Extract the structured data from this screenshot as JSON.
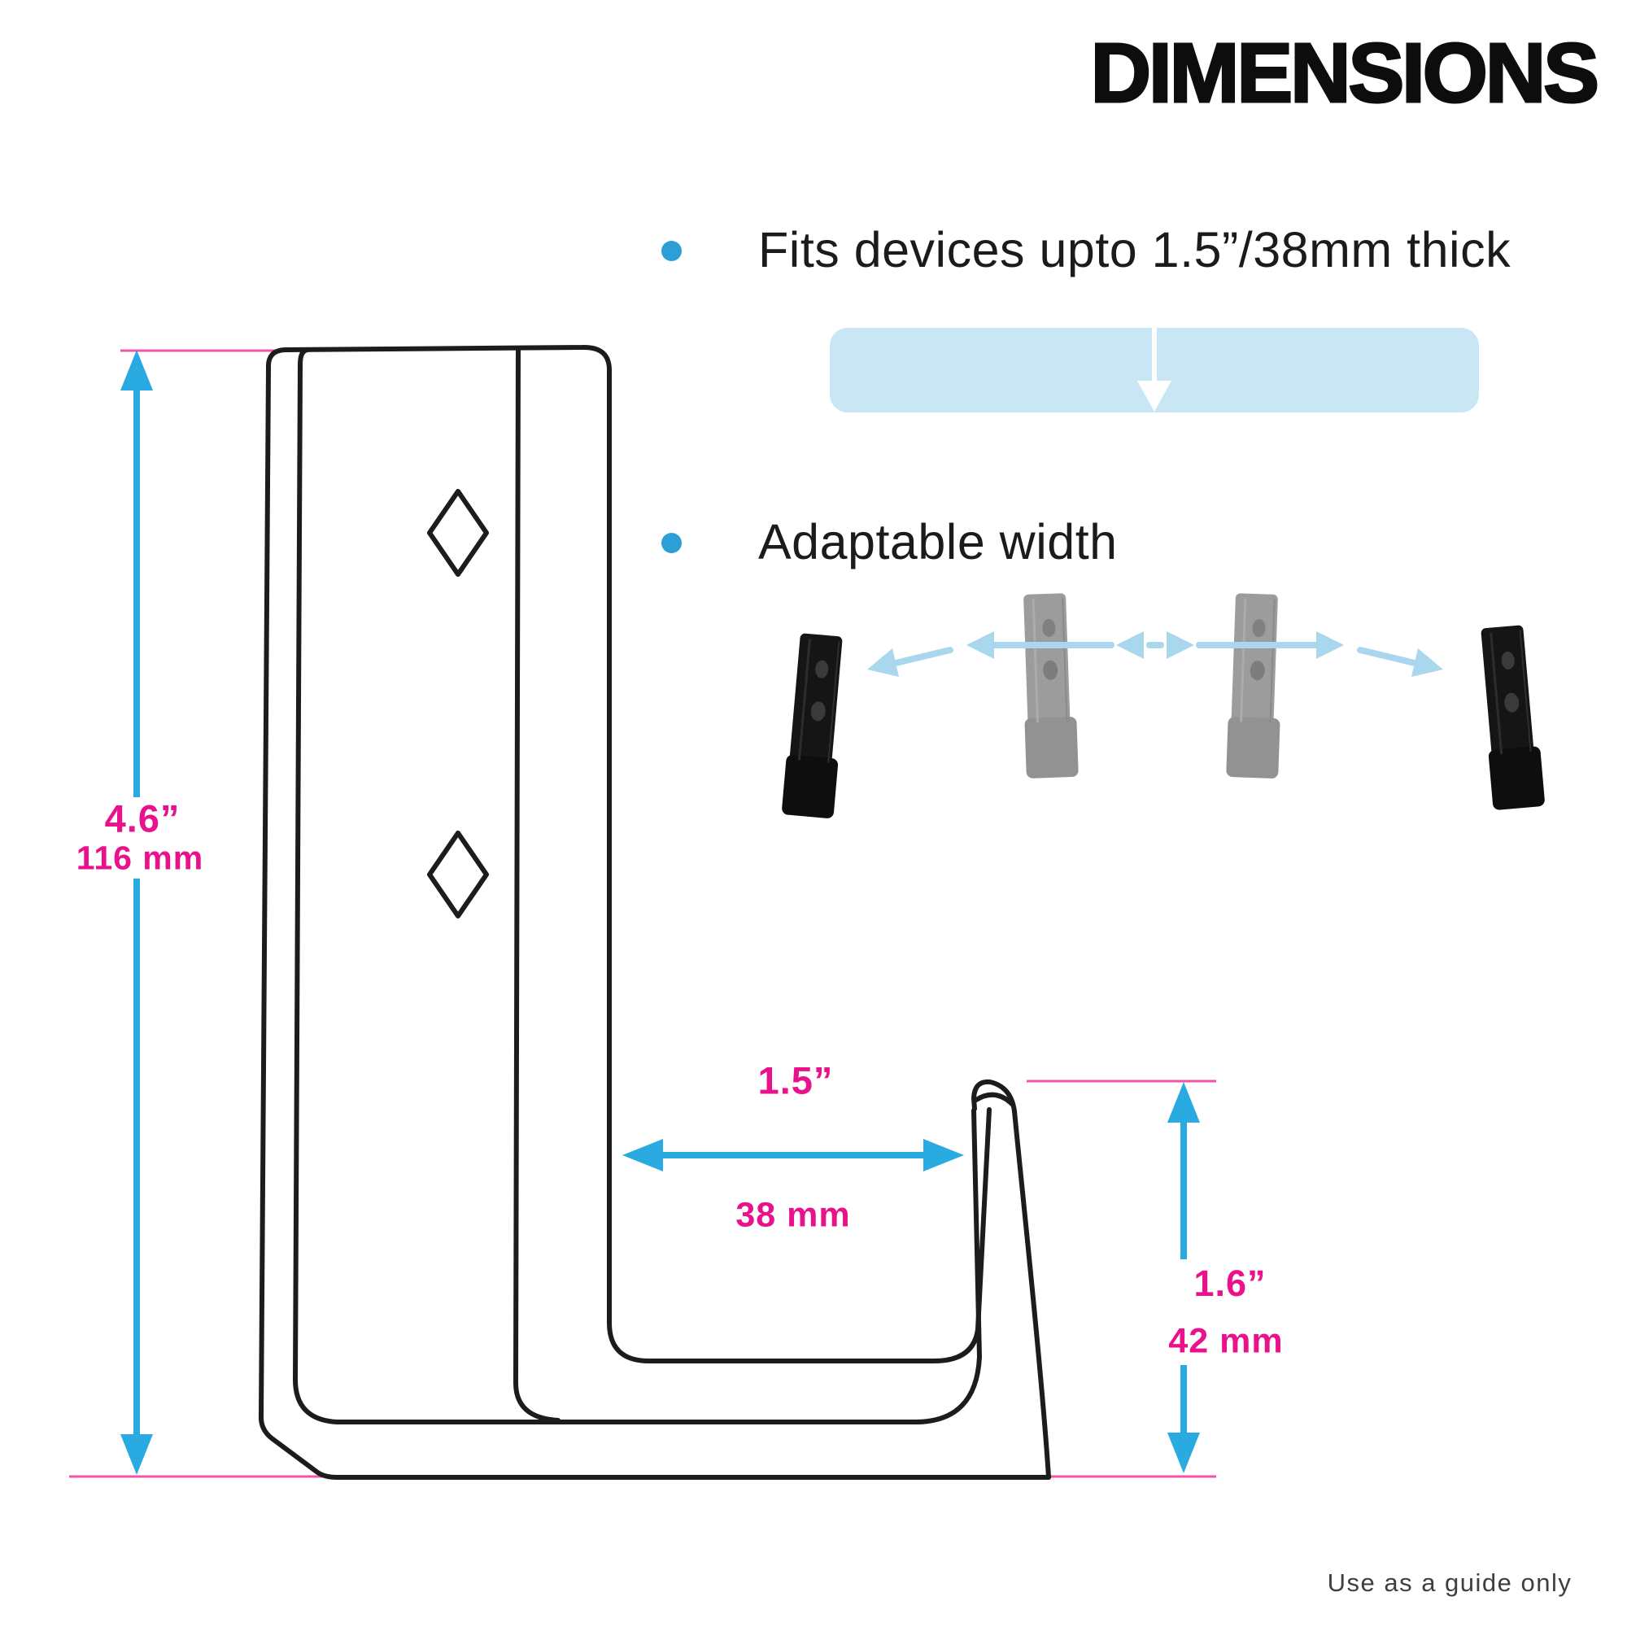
{
  "title": "DIMENSIONS",
  "bullets": {
    "fit": "Fits devices upto 1.5”/38mm thick",
    "width": "Adaptable width"
  },
  "dims": {
    "height_in": "4.6”",
    "height_mm": "116 mm",
    "depth_in": "1.5”",
    "depth_mm": "38 mm",
    "lip_in": "1.6”",
    "lip_mm": "42 mm"
  },
  "footnote": "Use as a guide only",
  "colors": {
    "accent_cyan": "#29abe2",
    "accent_magenta": "#ea118d",
    "extension_pink": "#f053a8",
    "demo_bar_blue": "#c9e6f4",
    "expand_arrow_blue": "#a9d7ee",
    "ink": "#1c1c1c"
  },
  "icons": {
    "bullet_dot": "circle",
    "down_arrow": "▼",
    "expand_arrows": "↔"
  }
}
